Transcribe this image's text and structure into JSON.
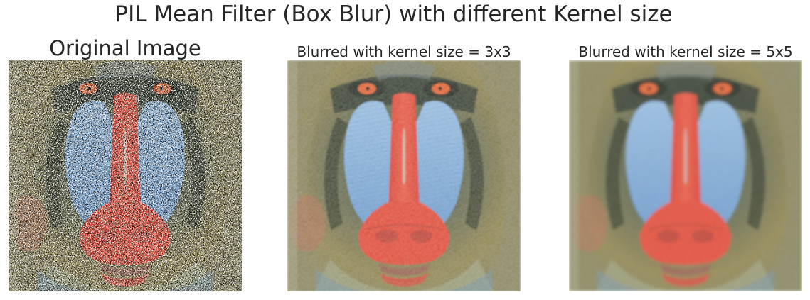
{
  "figure": {
    "title": "PIL Mean Filter (Box Blur) with different Kernel size"
  },
  "panels": [
    {
      "title": "Original Image",
      "image": "mandrill-baboon-photo-with-salt-and-pepper-noise"
    },
    {
      "title": "Blurred with kernel size = 3x3",
      "image": "mandrill-baboon-photo-blurred-3x3"
    },
    {
      "title": "Blurred with kernel size = 5x5",
      "image": "mandrill-baboon-photo-blurred-5x5"
    }
  ],
  "colors": {
    "nose_red": "#e0523f",
    "cheek_blue": "#86b0d8",
    "fur_olive": "#8a8253",
    "fur_dark": "#3f4636",
    "eye_orange": "#e06a3c"
  }
}
